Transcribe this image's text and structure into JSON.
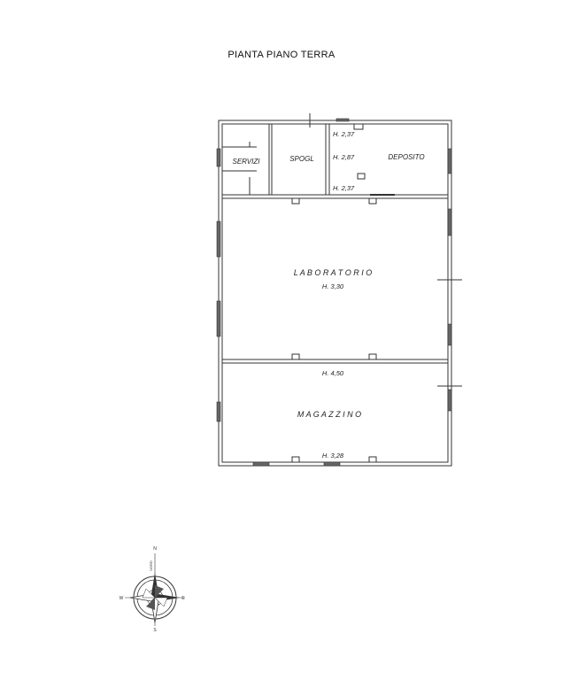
{
  "title": "PIANTA  PIANO  TERRA",
  "rooms": {
    "servizi": "SERVIZI",
    "spogl": "SPOGL",
    "deposito": "DEPOSITO",
    "laboratorio": "L A B O R A T O R I O",
    "magazzino": "M A G A Z Z I N O"
  },
  "heights": {
    "h1": "H. 2,37",
    "h2": "H. 2,87",
    "h3": "H. 2,37",
    "h_lab": "H. 3,30",
    "h_mid": "H. 4,50",
    "h_mag": "H. 3,28"
  },
  "compass": {
    "north": "N",
    "south": "S",
    "east": "E",
    "west": "W",
    "nord": "NORD"
  },
  "colors": {
    "line": "#333333",
    "window": "#555555"
  }
}
